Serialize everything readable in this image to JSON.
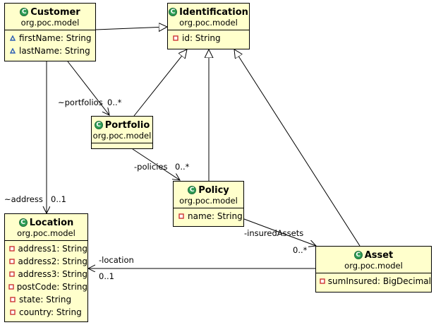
{
  "classes": {
    "customer": {
      "name": "Customer",
      "package": "org.poc.model",
      "attributes": [
        {
          "visibility": "package",
          "text": "firstName: String"
        },
        {
          "visibility": "package",
          "text": "lastName: String"
        }
      ]
    },
    "identification": {
      "name": "Identification",
      "package": "org.poc.model",
      "attributes": [
        {
          "visibility": "private",
          "text": "id: String"
        }
      ]
    },
    "portfolio": {
      "name": "Portfolio",
      "package": "org.poc.model",
      "attributes": []
    },
    "policy": {
      "name": "Policy",
      "package": "org.poc.model",
      "attributes": [
        {
          "visibility": "private",
          "text": "name: String"
        }
      ]
    },
    "location": {
      "name": "Location",
      "package": "org.poc.model",
      "attributes": [
        {
          "visibility": "private",
          "text": "address1: String"
        },
        {
          "visibility": "private",
          "text": "address2: String"
        },
        {
          "visibility": "private",
          "text": "address3: String"
        },
        {
          "visibility": "private",
          "text": "postCode: String"
        },
        {
          "visibility": "private",
          "text": "state: String"
        },
        {
          "visibility": "private",
          "text": "country: String"
        }
      ]
    },
    "asset": {
      "name": "Asset",
      "package": "org.poc.model",
      "attributes": [
        {
          "visibility": "private",
          "text": "sumInsured: BigDecimal"
        }
      ]
    }
  },
  "associations": {
    "portfolios": {
      "role": "~portfolios",
      "multiplicity": "0..*"
    },
    "address": {
      "role": "~address",
      "multiplicity": "0..1"
    },
    "policies": {
      "role": "-policies",
      "multiplicity": "0..*"
    },
    "insured_assets": {
      "role": "-insuredAssets",
      "multiplicity": "0..*"
    },
    "location": {
      "role": "-location",
      "multiplicity": "0..1"
    }
  },
  "colors": {
    "class_fill": "#ffffcc",
    "class_icon": "#2f9e57",
    "private_icon": "#cc3333",
    "package_icon": "#2f5fb4"
  }
}
